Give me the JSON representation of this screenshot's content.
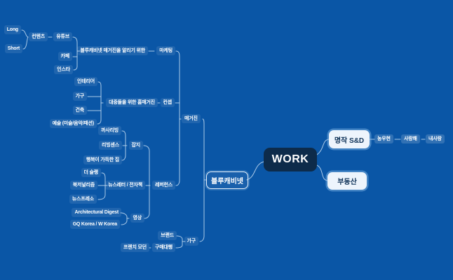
{
  "app": {
    "type": "mind-map-canvas",
    "background_color": "#0a56a6",
    "connector_color": "#c7ddf2",
    "root_node_color": "#0d2b4a",
    "highlight_node_color": "#edf4fc"
  },
  "root": {
    "label": "WORK"
  },
  "nodes": {
    "long": "Long",
    "short": "Short",
    "contents": "컨텐츠",
    "youtube": "유튜브",
    "cafe": "카페",
    "insta": "인스타",
    "promote": "블루캐비넷 매거진을 알리기 위한",
    "marketing": "마케팅",
    "interior": "인테리어",
    "furniture_sub": "가구",
    "architecture": "건축",
    "art": "예술 (미술/음악/패션)",
    "home_magazine": "대중들을 위한 홈매거진",
    "concept": "컨셉",
    "casaliving": "까사리빙",
    "livingsense": "리빙센스",
    "happyhouse": "행복이 가득한 집",
    "magazines": "잡지",
    "theslang": "더 슬랭",
    "bookjournalism": "북저널리즘",
    "newspresso": "뉴스프레소",
    "newsletter_ebook": "뉴스레터 / 전자책",
    "reference": "레퍼런스",
    "archdigest": "Architectural Digest",
    "gqkorea": "GQ Korea / W Korea",
    "video": "영상",
    "magazine": "매거진",
    "bluecabinet": "블루캐비넷",
    "brand": "브랜드",
    "french_modern": "프렌치 모던",
    "purchase_agency": "구매대행",
    "furniture_main": "가구",
    "masterpiece_snd": "명작 S&D",
    "nongwoohyun": "농우현",
    "saranghae": "사랑해",
    "naesarang": "내사랑",
    "realestate": "부동산"
  }
}
